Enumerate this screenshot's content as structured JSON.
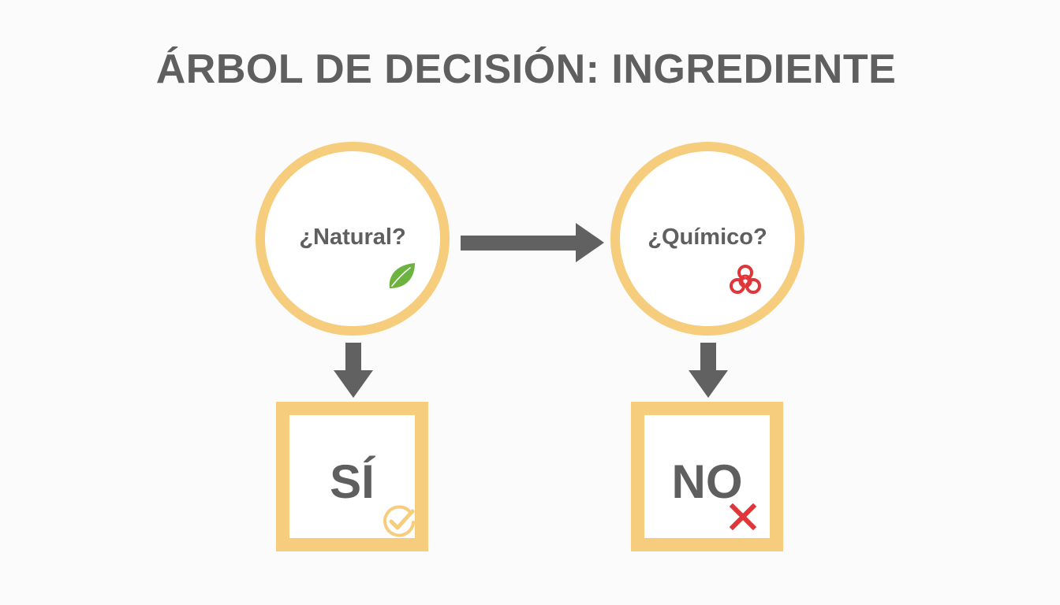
{
  "title": "ÁRBOL DE DECISIÓN: INGREDIENTE",
  "nodes": {
    "natural": {
      "label": "¿Natural?",
      "icon": "leaf-icon"
    },
    "chemical": {
      "label": "¿Químico?",
      "icon": "biohazard-icon"
    }
  },
  "outcomes": {
    "yes": {
      "label": "SÍ",
      "icon": "check-circle-icon"
    },
    "no": {
      "label": "NO",
      "icon": "x-mark-icon"
    }
  },
  "edges": [
    {
      "from": "natural",
      "to": "chemical",
      "direction": "right"
    },
    {
      "from": "natural",
      "to": "yes",
      "direction": "down"
    },
    {
      "from": "chemical",
      "to": "no",
      "direction": "down"
    }
  ],
  "colors": {
    "node_border": "#f5cd7c",
    "text": "#5f5f5f",
    "arrow": "#616161",
    "leaf": "#6db33f",
    "biohazard": "#e0363a",
    "check": "#f5cd7c",
    "x_mark": "#e0363a",
    "background": "#fbfbfb"
  }
}
